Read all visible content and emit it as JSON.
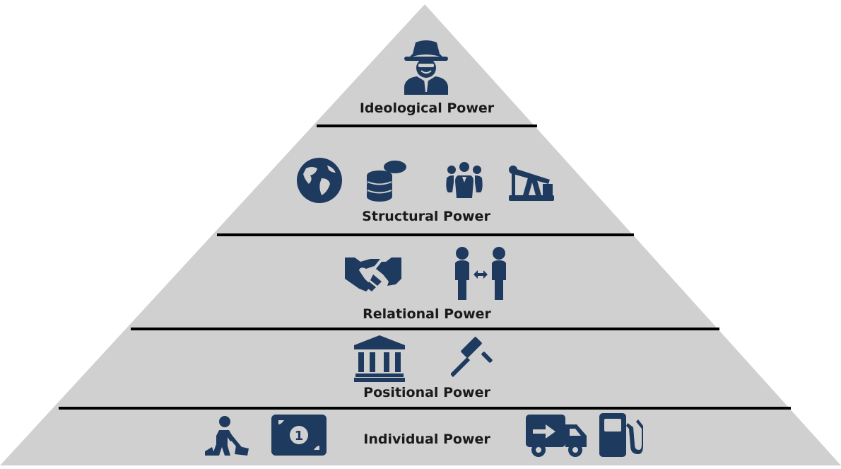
{
  "pyramid": {
    "colors": {
      "fill": "#d0d0d0",
      "divider": "#000000",
      "icon": "#1f3a5f",
      "text": "#1a1a1a"
    },
    "tiers": [
      {
        "label": "Ideological Power",
        "icons": [
          "spy-icon"
        ]
      },
      {
        "label": "Structural Power",
        "icons": [
          "globe-icon",
          "coins-icon",
          "people-group-icon",
          "oil-pump-icon"
        ]
      },
      {
        "label": "Relational Power",
        "icons": [
          "handshake-icon",
          "people-exchange-icon"
        ]
      },
      {
        "label": "Positional Power",
        "icons": [
          "bank-building-icon",
          "gavel-icon"
        ]
      },
      {
        "label": "Individual Power",
        "icons": [
          "worker-digging-icon",
          "money-bill-icon",
          "delivery-truck-icon",
          "fuel-pump-icon"
        ]
      }
    ]
  }
}
